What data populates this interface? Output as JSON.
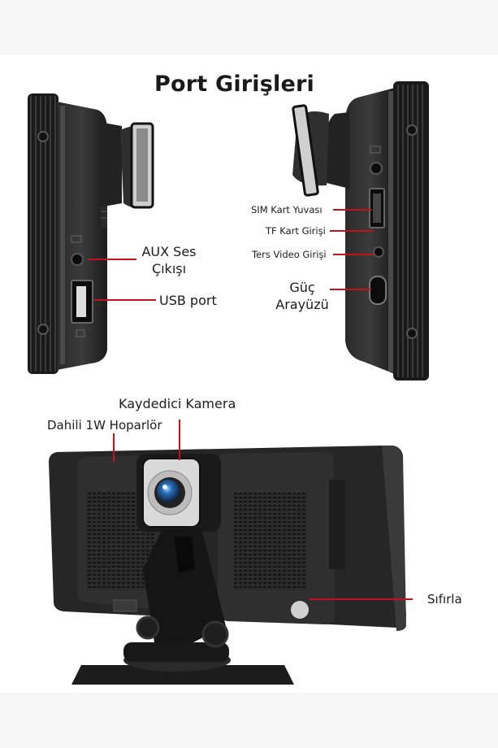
{
  "title": "Port Girişleri",
  "labels": {
    "aux_line1": "AUX Ses",
    "aux_line2": "Çıkışı",
    "usb": "USB port",
    "sim": "SIM Kart Yuvası",
    "tf": "TF Kart Girişi",
    "ters": "Ters Video Girişi",
    "guc_line1": "Güç",
    "guc_line2": "Arayüzü",
    "kaydedici": "Kaydedici Kamera",
    "hoparlor": "Dahili 1W Hoparlör",
    "sifirla": "Sıfırla"
  },
  "colors": {
    "callout_line": "#c0141c",
    "device_body": "#1e1e1e",
    "band": "#f6f6f6"
  }
}
